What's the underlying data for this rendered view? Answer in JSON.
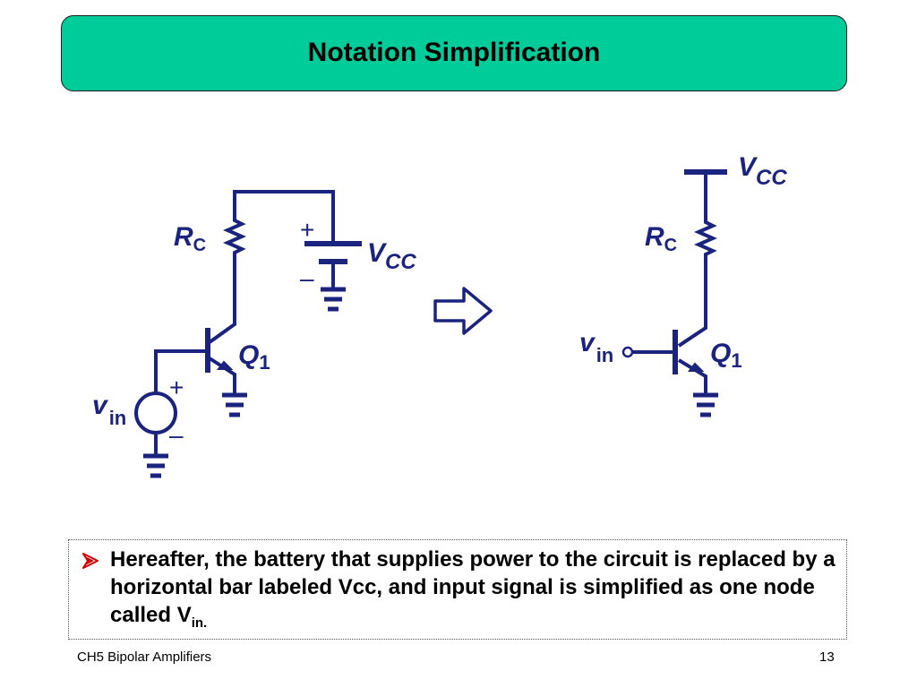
{
  "slide": {
    "title": "Notation Simplification",
    "colors": {
      "title_bg": "#00cc99",
      "circuit": "#1a237e",
      "bullet_arrow": "#cc0000"
    }
  },
  "left_circuit": {
    "rc": {
      "main": "R",
      "sub": "C"
    },
    "vcc": {
      "main": "V",
      "sub": "CC"
    },
    "q": {
      "main": "Q",
      "sub": "1"
    },
    "vin": {
      "main": "v",
      "sub": "in"
    },
    "battery_plus": "+",
    "battery_minus": "–",
    "source_plus": "+",
    "source_minus": "–"
  },
  "arrow_icon": "hollow-right-arrow",
  "right_circuit": {
    "vcc": {
      "main": "V",
      "sub": "CC"
    },
    "rc": {
      "main": "R",
      "sub": "C"
    },
    "q": {
      "main": "Q",
      "sub": "1"
    },
    "vin": {
      "main": "v",
      "sub": "in"
    }
  },
  "bullet": {
    "icon": "arrow-bullet-icon",
    "text_before": "Hereafter, the battery that supplies power to the circuit is replaced by a horizontal bar labeled Vcc, and input signal is simplified as one node called V",
    "subscript": "in."
  },
  "footer": {
    "left": "CH5 Bipolar Amplifiers",
    "page": "13"
  }
}
